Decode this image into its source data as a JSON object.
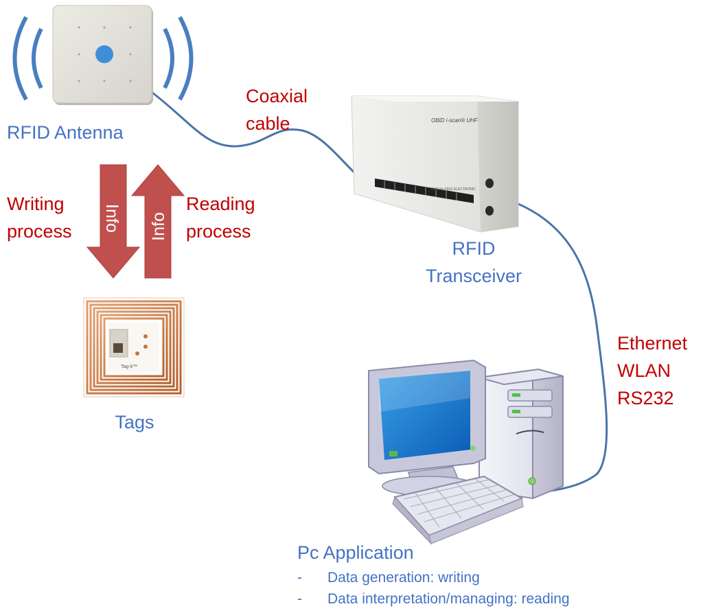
{
  "labels": {
    "rfid_antenna": "RFID Antenna",
    "coaxial_cable_line1": "Coaxial",
    "coaxial_cable_line2": "cable",
    "rfid_transceiver_line1": "RFID",
    "rfid_transceiver_line2": "Transceiver",
    "writing_process_line1": "Writing",
    "writing_process_line2": "process",
    "reading_process_line1": "Reading",
    "reading_process_line2": "process",
    "arrow_down_text": "Info",
    "arrow_up_text": "Info",
    "tags": "Tags",
    "connection_line1": "Ethernet",
    "connection_line2": "WLAN",
    "connection_line3": "RS232",
    "pc_application": "Pc Application",
    "bullet_marker": "-",
    "bullets": [
      "Data generation: writing",
      "Data interpretation/managing: reading"
    ],
    "device_brand": "OBID i-scan® UHF",
    "device_maker": "RFID by FEIG ELECTRONIC",
    "tag_brand": "Tag-it™"
  },
  "colors": {
    "label_blue": "#4472c4",
    "label_red": "#c00000",
    "arrow_fill": "#c0504d",
    "cable": "#4a74a8",
    "antenna_waves": "#4a7ec0",
    "tag_coil": "#c8743a"
  }
}
